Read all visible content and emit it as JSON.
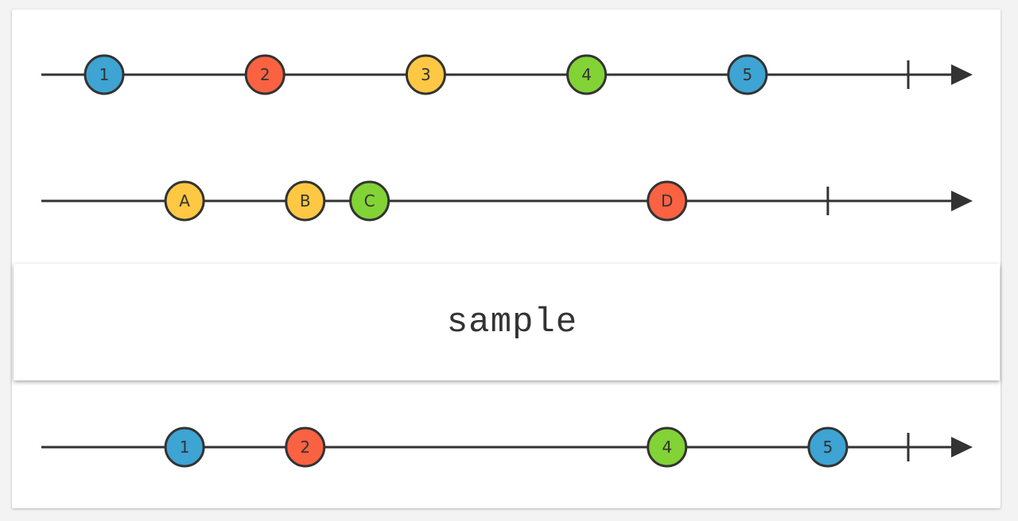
{
  "colors": {
    "line": "#333333",
    "blue": "#3da4d3",
    "red": "#fa6242",
    "yellow": "#ffc844",
    "green": "#82d335"
  },
  "operator": {
    "label": "sample"
  },
  "timelines": [
    {
      "id": "source",
      "marbles": [
        {
          "label": "1",
          "color": "blue",
          "time": 0.0
        },
        {
          "label": "2",
          "color": "red",
          "time": 0.2
        },
        {
          "label": "3",
          "color": "yellow",
          "time": 0.4
        },
        {
          "label": "4",
          "color": "green",
          "time": 0.6
        },
        {
          "label": "5",
          "color": "blue",
          "time": 0.8
        }
      ],
      "completion": 1.0
    },
    {
      "id": "notifier",
      "marbles": [
        {
          "label": "A",
          "color": "yellow",
          "time": 0.1
        },
        {
          "label": "B",
          "color": "yellow",
          "time": 0.25
        },
        {
          "label": "C",
          "color": "green",
          "time": 0.33
        },
        {
          "label": "D",
          "color": "red",
          "time": 0.7
        }
      ],
      "completion": 0.9
    },
    {
      "id": "result",
      "marbles": [
        {
          "label": "1",
          "color": "blue",
          "time": 0.1
        },
        {
          "label": "2",
          "color": "red",
          "time": 0.25
        },
        {
          "label": "4",
          "color": "green",
          "time": 0.7
        },
        {
          "label": "5",
          "color": "blue",
          "time": 0.9
        }
      ],
      "completion": 1.0
    }
  ]
}
